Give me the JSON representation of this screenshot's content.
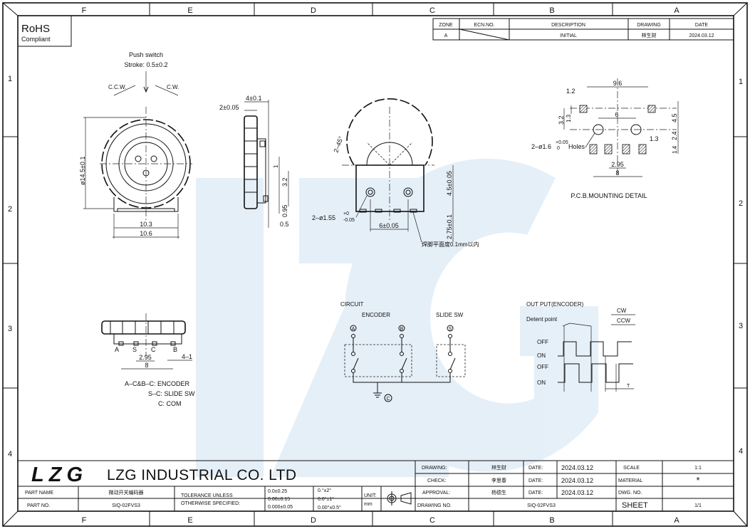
{
  "frame": {
    "zones_cols": [
      "F",
      "E",
      "D",
      "C",
      "B",
      "A"
    ],
    "zones_rows": [
      "1",
      "2",
      "3",
      "4"
    ]
  },
  "rohs": {
    "title": "RoHS",
    "subtitle": "Compliant"
  },
  "revision": {
    "headers": [
      "ZONE",
      "ECN.NO.",
      "DESCRIPTION",
      "DRAWING",
      "DATE"
    ],
    "row": {
      "zone": "A",
      "ecn": "",
      "description": "INITIAL",
      "drawing": "林生财",
      "date": "2024.03.12"
    }
  },
  "front_view": {
    "push_label": "Push switch",
    "stroke_label": "Stroke: 0.5±0.2",
    "ccw": "C.C.W.",
    "cw": "C.W.",
    "dia": "ø14.5±0.1",
    "w1": "10.3",
    "w2": "10.6"
  },
  "side_view": {
    "d1": "4±0.1",
    "d2": "2±0.05",
    "d3": "1",
    "d4": "3.2",
    "d5": "0.95",
    "d6": "0.5"
  },
  "back_view": {
    "angle": "2–45°",
    "holes": "2–ø1.55",
    "holes_tol_up": "+0",
    "holes_tol_dn": "-0.05",
    "pitch": "6±0.05",
    "h1": "4.5±0.05",
    "h2": "2.75±0.1",
    "note": "焊脚平面度0.1mm以内"
  },
  "pcb": {
    "d_96": "9.6",
    "d_12": "1.2",
    "d_6": "6",
    "d_32": "3.2",
    "d_13a": "1.3",
    "d_45": "4.5",
    "d_24": "2.4",
    "d_14": "1.4",
    "d_13b": "1.3",
    "d_295": "2.95",
    "d_8": "8",
    "holes": "2–ø1.6",
    "holes_tol_up": "+0.05",
    "holes_tol_dn": "0",
    "holes_suffix": "Holes",
    "title": "P.C.B.MOUNTING DETAIL"
  },
  "bottom_view": {
    "pins": [
      "A",
      "S",
      "C",
      "B"
    ],
    "d_295": "2.95",
    "d_8": "8",
    "d_41": "4–1",
    "legend": [
      "A–C&B–C: ENCODER",
      "S–C: SLIDE  SW",
      "C: COM"
    ]
  },
  "circuit": {
    "title": "CIRCUIT",
    "encoder": "ENCODER",
    "slide": "SLIDE SW",
    "terminals": [
      "A",
      "B",
      "S",
      "C"
    ]
  },
  "output": {
    "title": "OUT PUT(ENCODER)",
    "detent": "Detent point",
    "cw": "CW",
    "ccw": "CCW",
    "levels": [
      "OFF",
      "ON",
      "OFF",
      "ON"
    ],
    "t": "T"
  },
  "title_block": {
    "company": "LZG INDUSTRIAL CO. LTD",
    "logo": "LZG",
    "part_name_label": "PART NAME",
    "part_name": "微动开关编码器",
    "part_no_label": "PART NO.",
    "part_no": "SIQ-02FVS3",
    "tol_1": "TOLERANCE UNLESS",
    "tol_2": "OTHERWISE SPECIFIED:",
    "lin": [
      "0.0±0.25",
      "0.00±0.15",
      "0.000±0.05"
    ],
    "ang": [
      "0.°±2°",
      "0.0°±1°",
      "0.00°±0.5°"
    ],
    "unit_label": "UNIT:",
    "unit": "mm",
    "drawing_label": "DRAWING:",
    "drawing_by": "林生财",
    "check_label": "CHECK:",
    "check_by": "李思春",
    "approval_label": "APPROVAL:",
    "approval_by": "杨德生",
    "date_label": "DATE:",
    "dates": [
      "2024.03.12",
      "2024.03.12",
      "2024.03.12"
    ],
    "drawing_no_label": "DRAWING NO.",
    "drawing_no": "SIQ-02FVS3",
    "scale_label": "SCALE",
    "scale": "1:1",
    "material_label": "MATERIAL",
    "material": "*",
    "dwg_no_label": "DWG. NO.",
    "dwg_no": "",
    "sheet_label": "SHEET",
    "sheet": "1/1"
  }
}
